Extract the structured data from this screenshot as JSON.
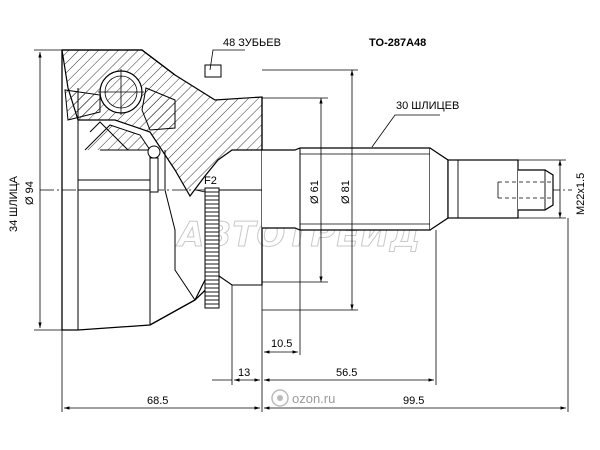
{
  "part_number": "TO-287A48",
  "teeth_label": "48 ЗУБЬЕВ",
  "outer_splines_label": "30 ШЛИЦЕВ",
  "inner_splines_label": "34 ШЛИЦА",
  "dia_outer_label": "Ø 94",
  "dia_61_label": "Ø 61",
  "dia_81_label": "Ø 81",
  "thread_label": "M22x1.5",
  "f2_label": "F2",
  "dim_10_5": "10.5",
  "dim_13": "13",
  "dim_56_5": "56.5",
  "dim_68_5": "68.5",
  "dim_99_5": "99.5",
  "watermark_logo": "АВТОТРЕЙД",
  "watermark_site": "ozon.ru",
  "colors": {
    "line": "#000000",
    "dim_line": "#e05a5a",
    "watermark": "#c9c9c9"
  }
}
